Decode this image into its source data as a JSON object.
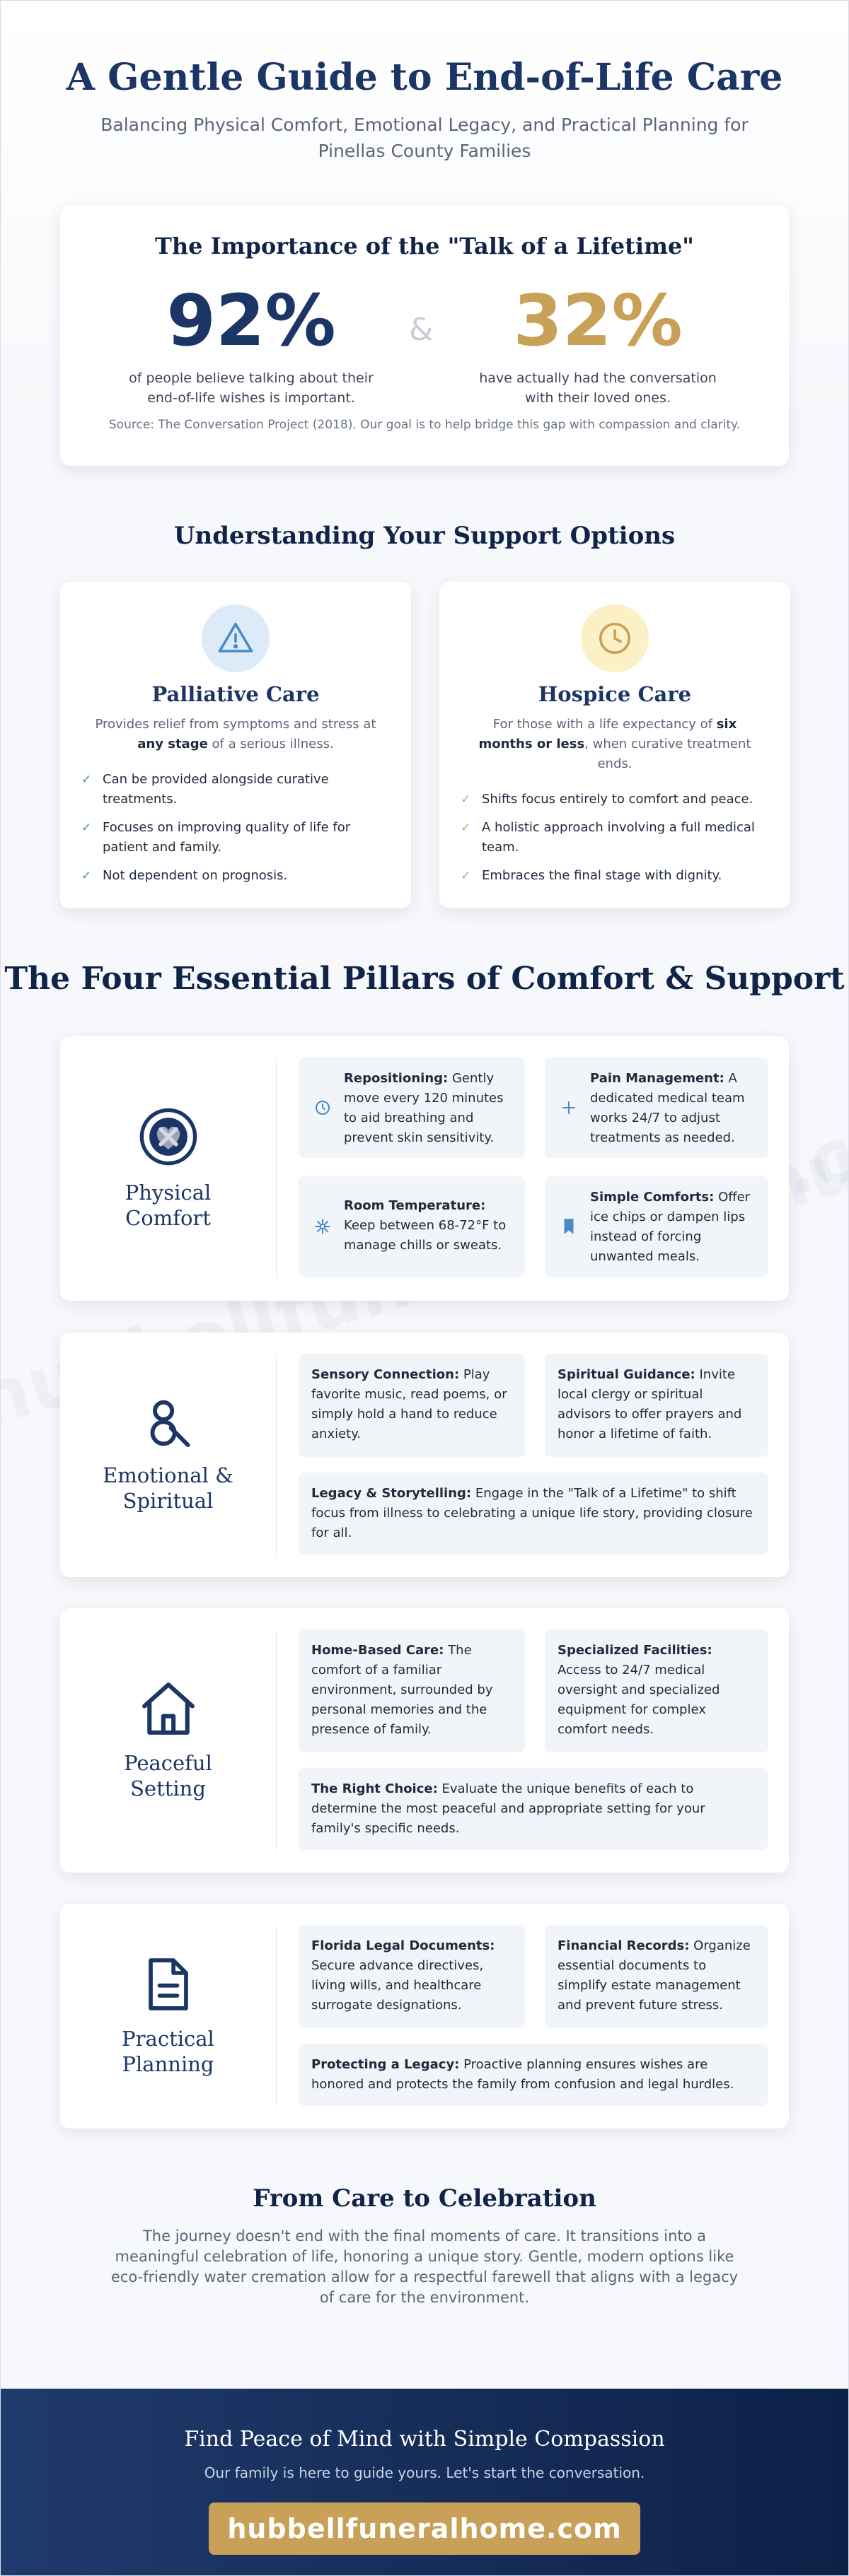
{
  "header": {
    "title": "A Gentle Guide to End-of-Life Care",
    "subtitle": "Balancing Physical Comfort, Emotional Legacy, and Practical Planning for Pinellas County Families"
  },
  "stats": {
    "heading": "The Importance of the \"Talk of a Lifetime\"",
    "left_value": "92%",
    "left_text": "of people believe talking about their end-of-life wishes is important.",
    "ampersand": "&",
    "right_value": "32%",
    "right_text": "have actually had the conversation with their loved ones.",
    "source": "Source: The Conversation Project (2018). Our goal is to help bridge this gap with compassion and clarity."
  },
  "support": {
    "heading": "Understanding Your Support Options",
    "palliative": {
      "title": "Palliative Care",
      "desc_before": "Provides relief from symptoms and stress at ",
      "desc_bold": "any stage",
      "desc_after": " of a serious illness.",
      "items": [
        "Can be provided alongside curative treatments.",
        "Focuses on improving quality of life for patient and family.",
        "Not dependent on prognosis."
      ]
    },
    "hospice": {
      "title": "Hospice Care",
      "desc_before": "For those with a life expectancy of ",
      "desc_bold": "six months or less",
      "desc_after": ", when curative treatment ends.",
      "items": [
        "Shifts focus entirely to comfort and peace.",
        "A holistic approach involving a full medical team.",
        "Embraces the final stage with dignity."
      ]
    }
  },
  "pillars": {
    "heading": "The Four Essential Pillars of Comfort & Support",
    "physical": {
      "label_line1": "Physical",
      "label_line2": "Comfort",
      "tiles": [
        {
          "bold": "Repositioning:",
          "text": " Gently move every 120 minutes to aid breathing and prevent skin sensitivity."
        },
        {
          "bold": "Pain Management:",
          "text": " A dedicated medical team works 24/7 to adjust treatments as needed."
        },
        {
          "bold": "Room Temperature:",
          "text": " Keep between 68-72°F to manage chills or sweats."
        },
        {
          "bold": "Simple Comforts:",
          "text": " Offer ice chips or dampen lips instead of forcing unwanted meals."
        }
      ]
    },
    "emotional": {
      "label_line1": "Emotional &",
      "label_line2": "Spiritual",
      "tiles": [
        {
          "bold": "Sensory Connection:",
          "text": " Play favorite music, read poems, or simply hold a hand to reduce anxiety."
        },
        {
          "bold": "Spiritual Guidance:",
          "text": " Invite local clergy or spiritual advisors to offer prayers and honor a lifetime of faith."
        },
        {
          "bold": "Legacy & Storytelling:",
          "text": " Engage in the \"Talk of a Lifetime\" to shift focus from illness to celebrating a unique life story, providing closure for all."
        }
      ]
    },
    "setting": {
      "label_line1": "Peaceful",
      "label_line2": "Setting",
      "tiles": [
        {
          "bold": "Home-Based Care:",
          "text": " The comfort of a familiar environment, surrounded by personal memories and the presence of family."
        },
        {
          "bold": "Specialized Facilities:",
          "text": " Access to 24/7 medical oversight and specialized equipment for complex comfort needs."
        },
        {
          "bold": "The Right Choice:",
          "text": " Evaluate the unique benefits of each to determine the most peaceful and appropriate setting for your family's specific needs."
        }
      ]
    },
    "planning": {
      "label_line1": "Practical",
      "label_line2": "Planning",
      "tiles": [
        {
          "bold": "Florida Legal Documents:",
          "text": " Secure advance directives, living wills, and healthcare surrogate designations."
        },
        {
          "bold": "Financial Records:",
          "text": " Organize essential documents to simplify estate management and prevent future stress."
        },
        {
          "bold": "Protecting a Legacy:",
          "text": " Proactive planning ensures wishes are honored and protects the family from confusion and legal hurdles."
        }
      ]
    }
  },
  "closing": {
    "heading": "From Care to Celebration",
    "text": "The journey doesn't end with the final moments of care. It transitions into a meaningful celebration of life, honoring a unique story. Gentle, modern options like eco-friendly water cremation allow for a respectful farewell that aligns with a legacy of care for the environment."
  },
  "footer": {
    "title": "Find Peace of Mind with Simple Compassion",
    "subtitle": "Our family is here to guide yours. Let's start the conversation.",
    "button": "hubbellfuneralhome.com",
    "watermark": "hubbellfuneralhome.com"
  },
  "colors": {
    "navy": "#1b3566",
    "gold": "#c9a058",
    "check_green": "#3c9a5f",
    "tile_bg": "#f1f4f9"
  },
  "icons": [
    "warning-icon",
    "clock-icon",
    "heart-cross-icon",
    "plus-icon",
    "sparkle-icon",
    "bookmark-icon",
    "connection-icon",
    "house-icon",
    "document-icon",
    "check-icon"
  ]
}
